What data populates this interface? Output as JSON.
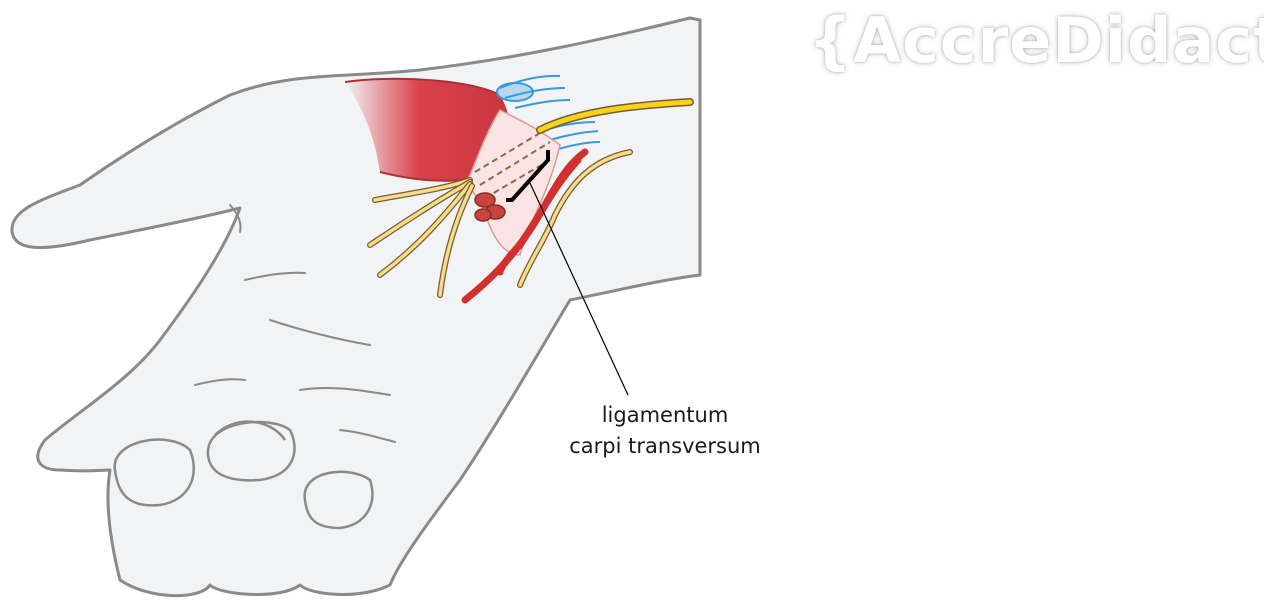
{
  "label": {
    "line1": "ligamentum",
    "line2": "carpi transversum"
  },
  "watermark": "{AccreDidact",
  "colors": {
    "skin": "#f2f3f4",
    "outline": "#8a8a8a",
    "muscle": "#d9414a",
    "nerve": "#f3dc8a",
    "median_nerve": "#f5d21c",
    "artery": "#d2302e",
    "tendon": "#7fb6e0",
    "ligament": "#f9e3e3"
  }
}
